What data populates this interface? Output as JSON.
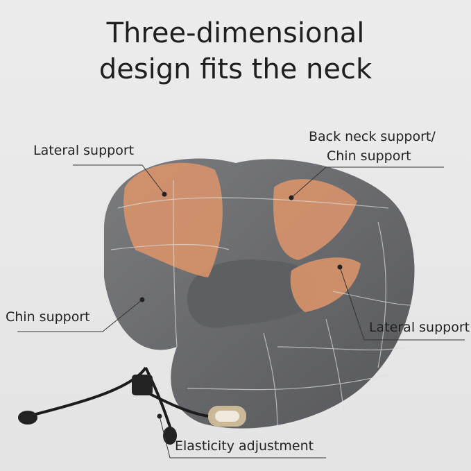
{
  "title": {
    "line1": "Three-dimensional",
    "line2": "design fits the neck"
  },
  "labels": {
    "lateral_support_left": "Lateral support",
    "back_neck_line1": "Back neck support/",
    "back_neck_line2": "Chin support",
    "chin_support": "Chin support",
    "lateral_support_right": "Lateral support",
    "elasticity": "Elasticity adjustment"
  },
  "colors": {
    "pillow_gray": "#6e6f73",
    "support_orange": "#d8946a",
    "background": "#e8e8e8"
  }
}
